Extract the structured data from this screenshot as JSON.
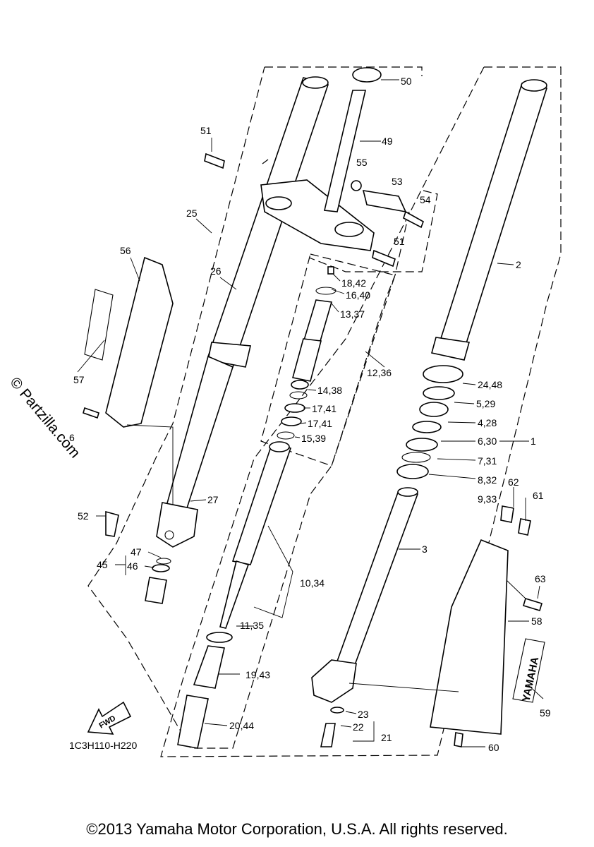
{
  "diagram": {
    "code": "1C3H110-H220",
    "watermark": "© Partzilla.com",
    "copyright": "©2013 Yamaha Motor Corporation, U.S.A. All rights reserved.",
    "fwd_label": "FWD",
    "brand_label": "YAMAHA",
    "callouts": [
      {
        "label": "50"
      },
      {
        "label": "51"
      },
      {
        "label": "49"
      },
      {
        "label": "55"
      },
      {
        "label": "53"
      },
      {
        "label": "54"
      },
      {
        "label": "51"
      },
      {
        "label": "25"
      },
      {
        "label": "56"
      },
      {
        "label": "26"
      },
      {
        "label": "2"
      },
      {
        "label": "18,42"
      },
      {
        "label": "16,40"
      },
      {
        "label": "13,37"
      },
      {
        "label": "12,36"
      },
      {
        "label": "57"
      },
      {
        "label": "24,48"
      },
      {
        "label": "14,38"
      },
      {
        "label": "5,29"
      },
      {
        "label": "17,41"
      },
      {
        "label": "17,41"
      },
      {
        "label": "4,28"
      },
      {
        "label": "6"
      },
      {
        "label": "15,39"
      },
      {
        "label": "6,30"
      },
      {
        "label": "1"
      },
      {
        "label": "7,31"
      },
      {
        "label": "8,32"
      },
      {
        "label": "62"
      },
      {
        "label": "9,33"
      },
      {
        "label": "61"
      },
      {
        "label": "27"
      },
      {
        "label": "52"
      },
      {
        "label": "3"
      },
      {
        "label": "47"
      },
      {
        "label": "45"
      },
      {
        "label": "46"
      },
      {
        "label": "63"
      },
      {
        "label": "10,34"
      },
      {
        "label": "58"
      },
      {
        "label": "11,35"
      },
      {
        "label": "19,43"
      },
      {
        "label": "59"
      },
      {
        "label": "23"
      },
      {
        "label": "20,44"
      },
      {
        "label": "22"
      },
      {
        "label": "21"
      },
      {
        "label": "60"
      }
    ]
  }
}
